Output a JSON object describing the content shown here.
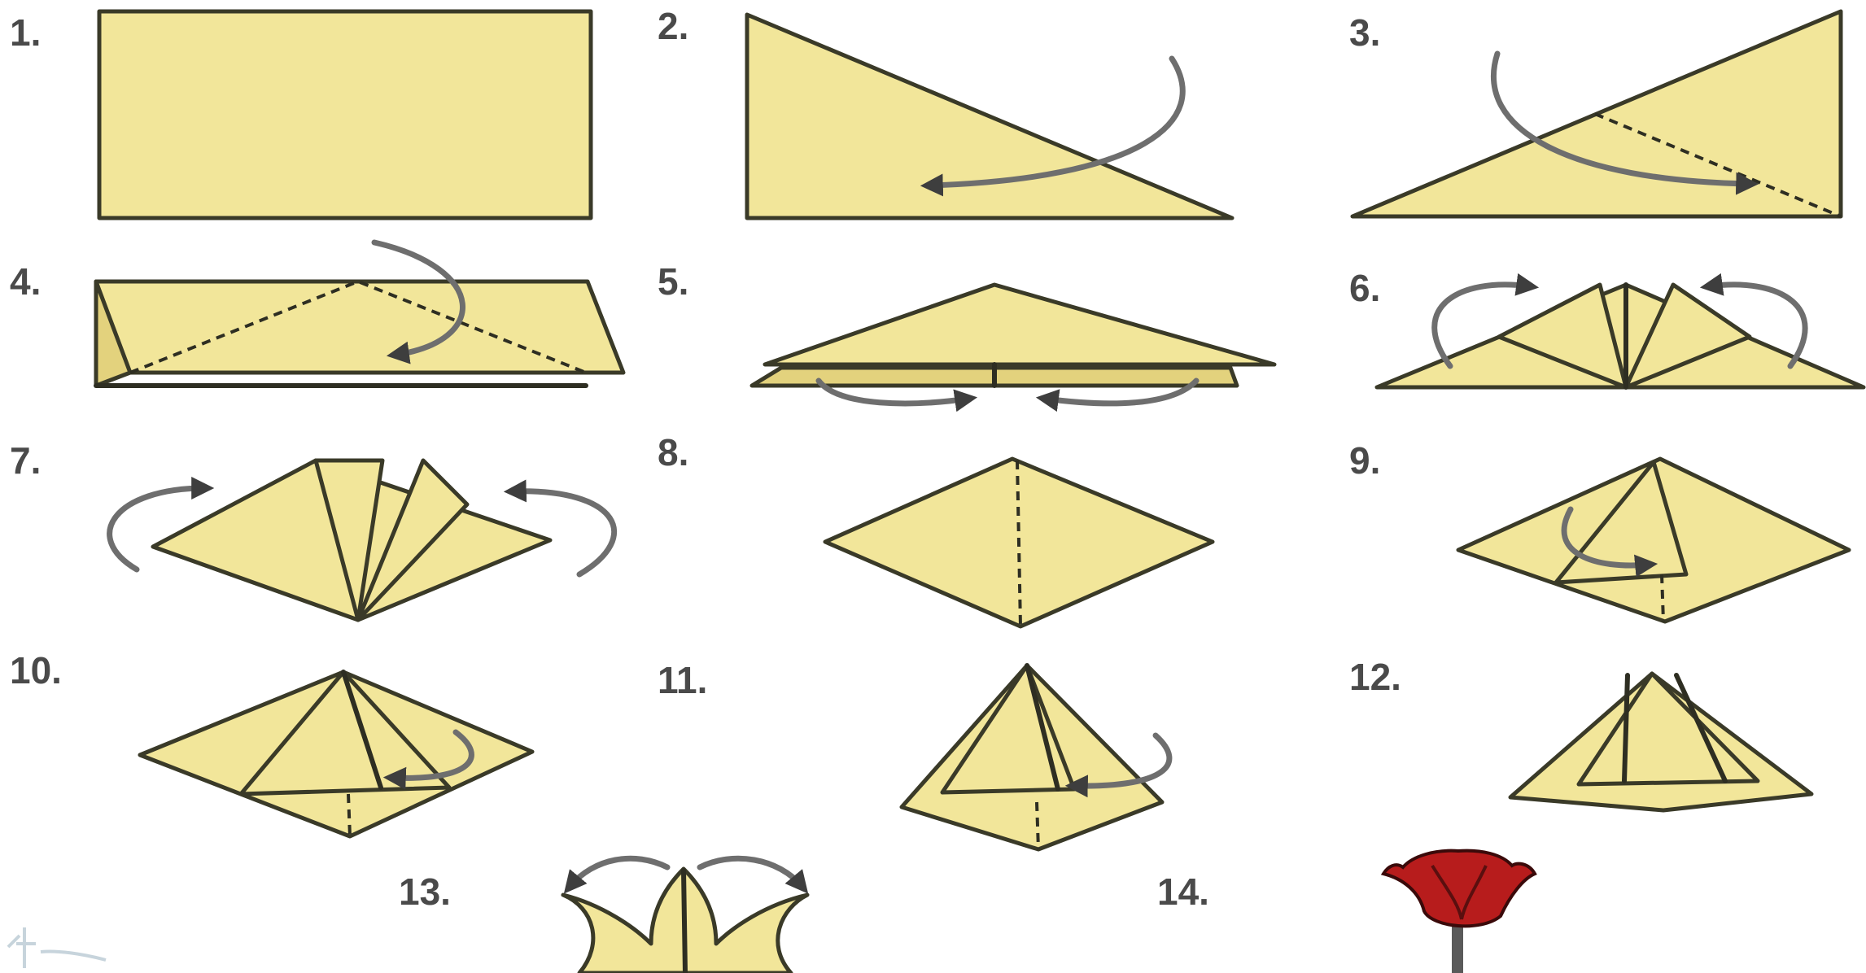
{
  "steps": [
    {
      "label": "1."
    },
    {
      "label": "2."
    },
    {
      "label": "3."
    },
    {
      "label": "4."
    },
    {
      "label": "5."
    },
    {
      "label": "6."
    },
    {
      "label": "7."
    },
    {
      "label": "8."
    },
    {
      "label": "9."
    },
    {
      "label": "10."
    },
    {
      "label": "11."
    },
    {
      "label": "12."
    },
    {
      "label": "13."
    },
    {
      "label": "14."
    }
  ],
  "colors": {
    "paper": "#f2e69a",
    "paper_shadow": "#e3d27d",
    "outline": "#3a3a28",
    "arrow": "#6e6e6e",
    "tulip_red": "#b71c1c",
    "stem": "#5a5a5a"
  }
}
